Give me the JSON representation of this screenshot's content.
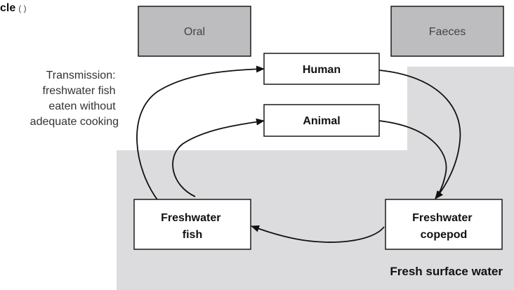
{
  "header": {
    "partial_title": "cle",
    "partial_suffix": "( )"
  },
  "routes": {
    "oral": "Oral",
    "faeces": "Faeces"
  },
  "nodes": {
    "human": "Human",
    "animal": "Animal",
    "fish_line1": "Freshwater",
    "fish_line2": "fish",
    "copepod_line1": "Freshwater",
    "copepod_line2": "copepod"
  },
  "transmission_note": {
    "lines": [
      "Transmission:",
      "freshwater fish",
      "eaten without",
      "adequate cooking"
    ]
  },
  "region_label": "Fresh surface water",
  "colors": {
    "region_fill": "#dcdcde",
    "route_box_fill": "#bdbdbf",
    "node_fill": "#ffffff",
    "stroke": "#111111"
  }
}
